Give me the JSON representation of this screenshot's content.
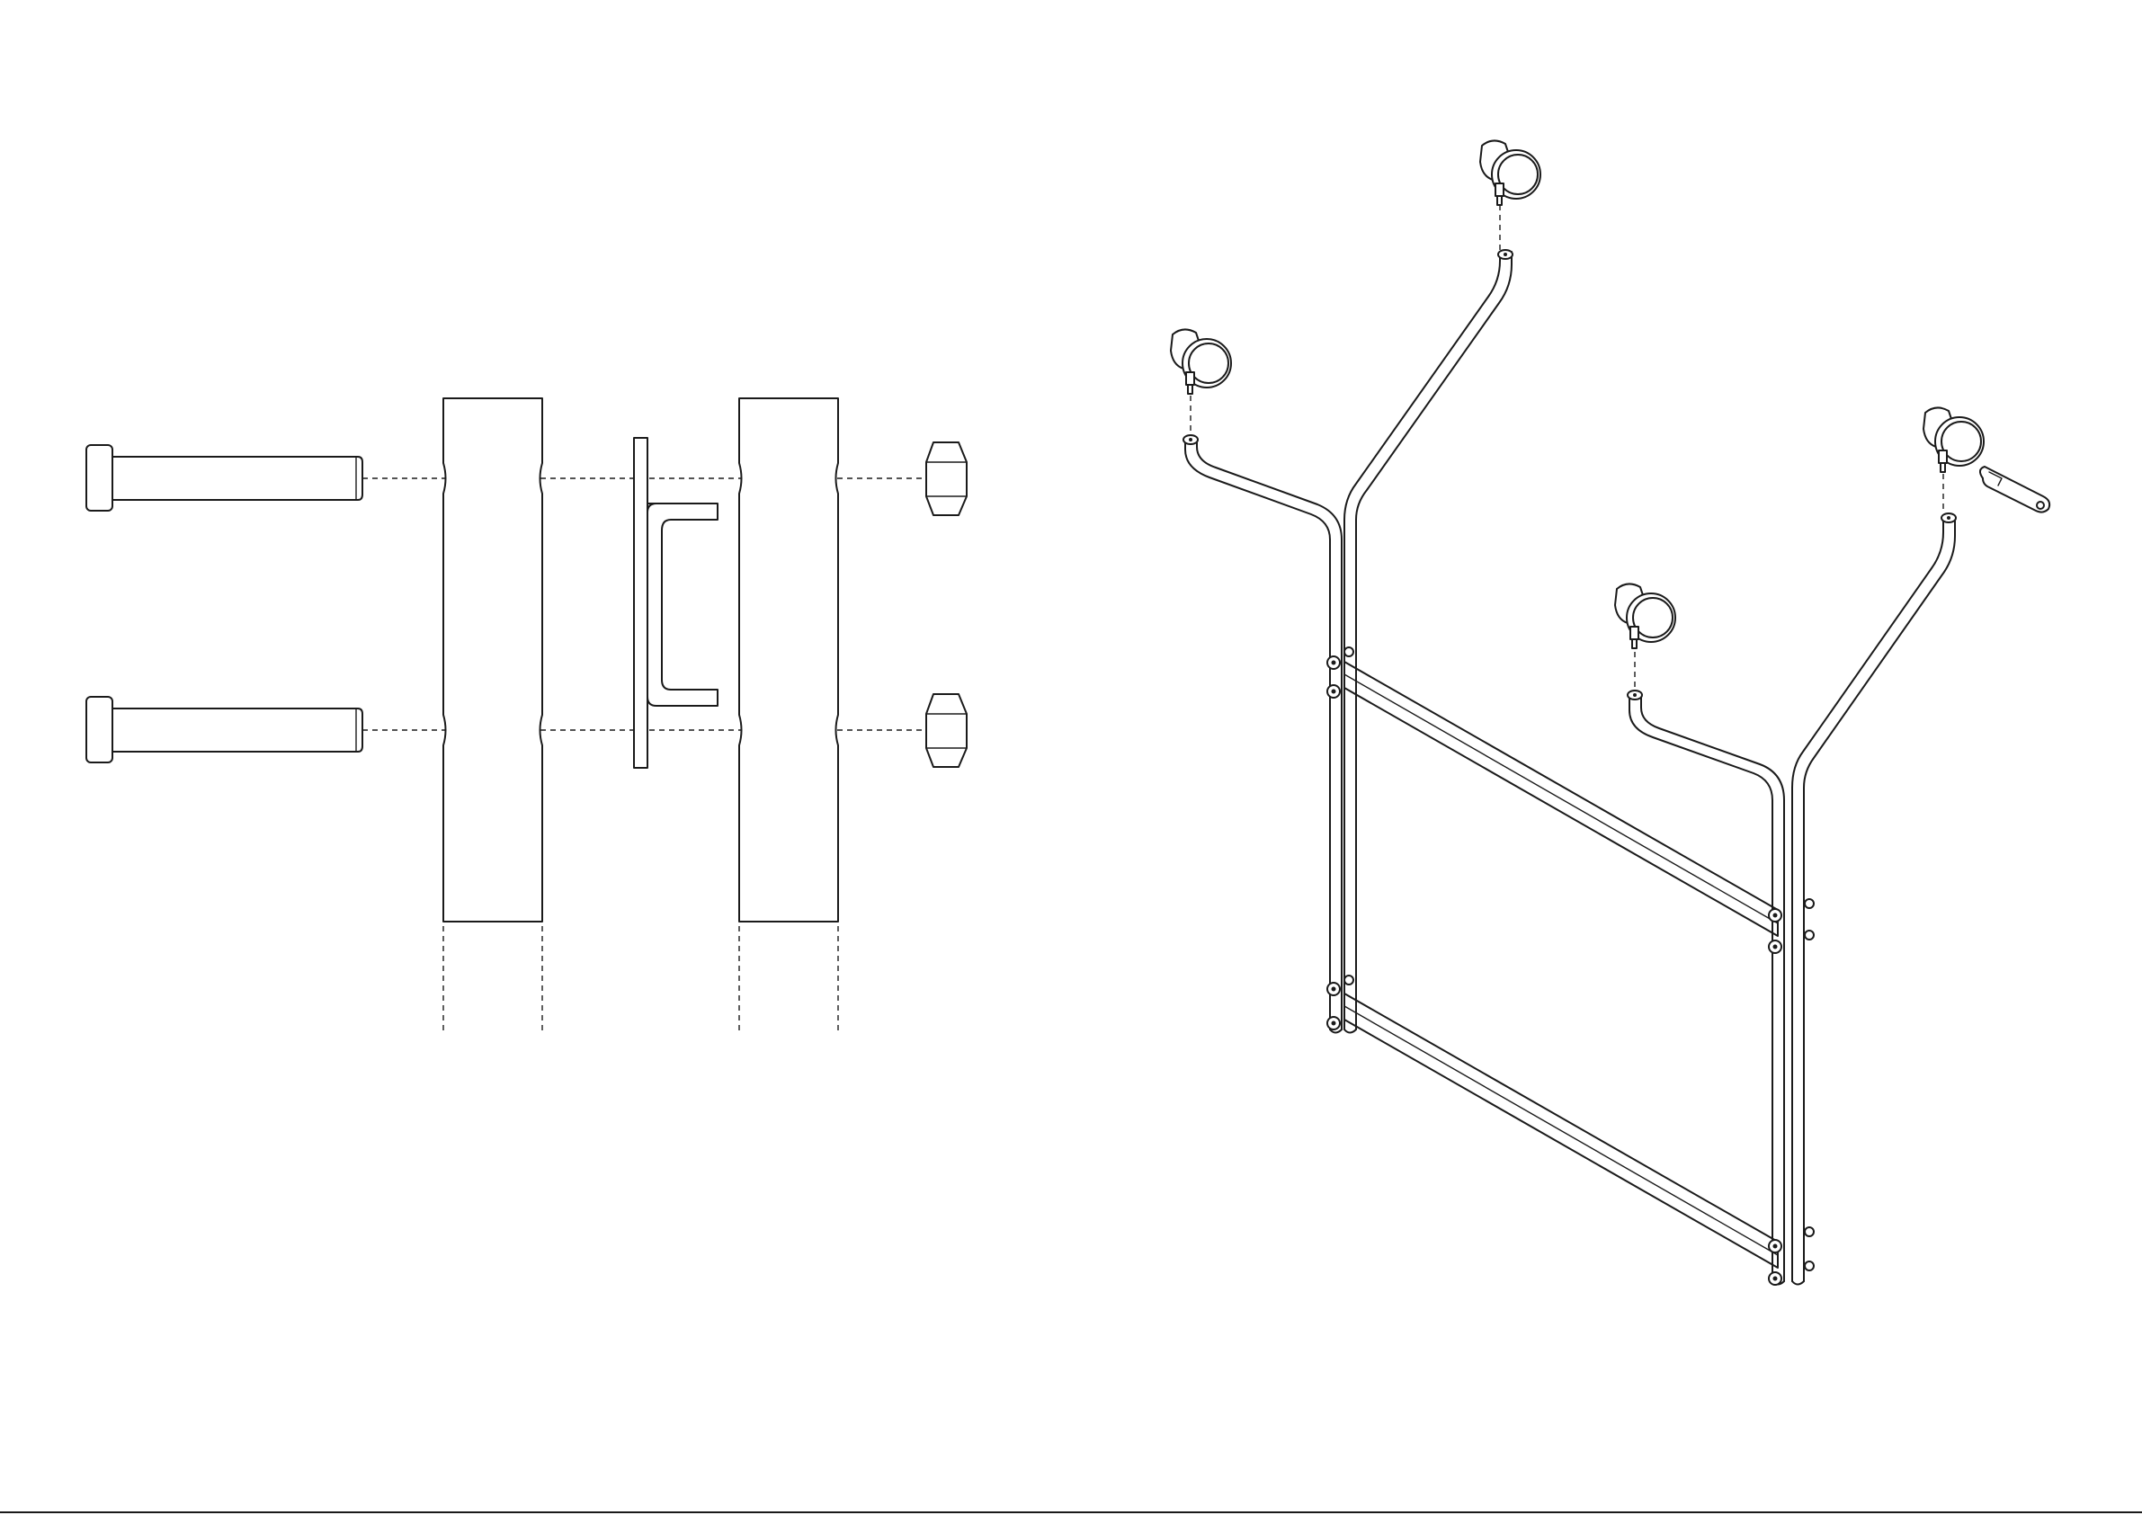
{
  "drawing": {
    "type": "assembly-instruction-illustration",
    "colors": {
      "line": "#1a1a1a",
      "background": "#ffffff"
    },
    "details": [
      {
        "id": "joint-detail",
        "parts": [
          "bolt",
          "bolt",
          "tube",
          "tube",
          "bracket-plate",
          "nut",
          "nut"
        ]
      },
      {
        "id": "frame-exploded",
        "parts": [
          "caster-wheel",
          "caster-wheel",
          "caster-wheel",
          "caster-wheel",
          "frame",
          "crossbar",
          "crossbar",
          "wrench"
        ]
      }
    ]
  }
}
